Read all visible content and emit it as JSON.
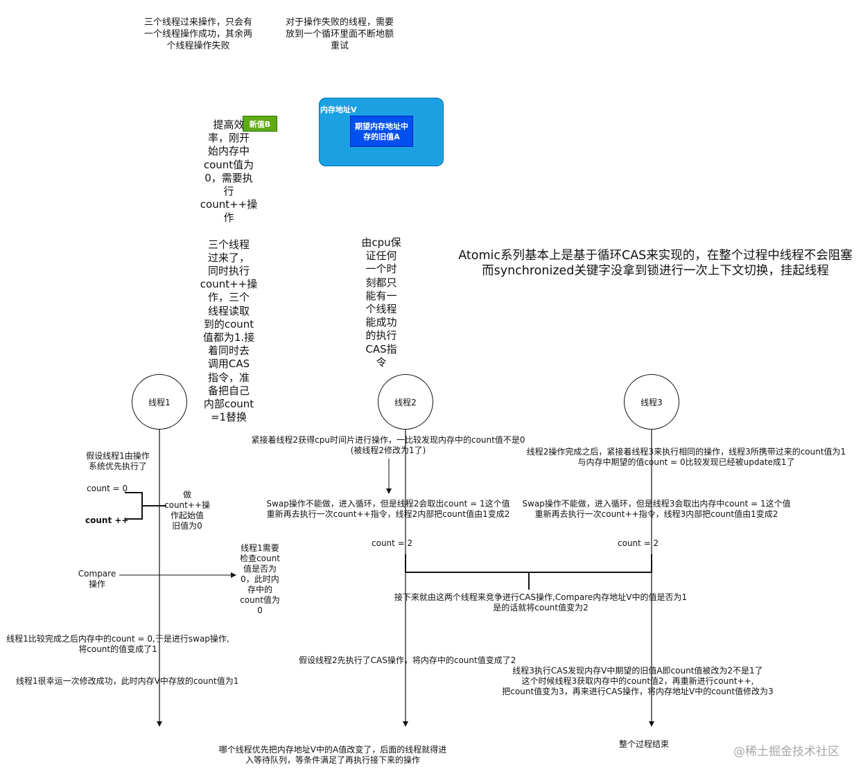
{
  "notes": {
    "top_left": [
      "三个线程过来操作，只会有",
      "一个线程操作成功，其余两",
      "个线程操作失败"
    ],
    "top_right": [
      "对于操作失败的线程，需要",
      "放到一个循环里面不断地额",
      "重试"
    ],
    "efficiency": [
      "提高效",
      "率，刚开",
      "始内存中",
      "count值为",
      "0，需要执",
      "行",
      "count++操",
      "作",
      "",
      "三个线程",
      "过来了，",
      "同时执行",
      "count++操",
      "作，三个",
      "线程读取",
      "到的count",
      "值都为1.接",
      "着同时去",
      "调用CAS",
      "指令，准",
      "备把自己",
      "内部count",
      "=1替换"
    ],
    "cpu": [
      "由cpu保",
      "证任何",
      "一个时",
      "刻都只",
      "能有一",
      "个线程",
      "能成功",
      "的执行",
      "CAS指",
      "令"
    ],
    "atomic": [
      "Atomic系列基本上是基于循环CAS来实现的，在整个过程中线程不会阻塞",
      "而synchronized关键字没拿到锁进行一次上下文切换，挂起线程"
    ]
  },
  "memory": {
    "title": "内存地址V",
    "expected": [
      "期望内存地址中",
      "存的旧值A"
    ],
    "new_value": "新值B"
  },
  "threads": [
    "线程1",
    "线程2",
    "线程3"
  ],
  "thread1": {
    "assume": [
      "假设线程1由操作",
      "系统优先执行了"
    ],
    "count0": "count = 0",
    "countpp": "count  ++",
    "do_note": [
      "做",
      "count++操",
      "作起始值",
      "旧值为0"
    ],
    "compare": [
      "Compare",
      "操作"
    ],
    "check": [
      "线程1需要",
      "检查count",
      "值是否为",
      "0，此时内",
      "存中的",
      "count值为",
      "0"
    ],
    "swap": [
      "线程1比较完成之后内存中的count = 0,于是进行swap操作,",
      "将count的值变成了1"
    ],
    "lucky": "线程1很幸运一次修改成功，此时内存V中存放的count值为1"
  },
  "thread2": {
    "compare": [
      "紧接着线程2获得cpu时间片进行操作，一比较发现内存中的count值不是0",
      "(被线程2修改为1了)"
    ],
    "swap_fail": [
      "Swap操作不能做，进入循环，但是线程2会取出count = 1这个值",
      "重新再去执行一次count++指令，线程2内部把count值由1变成2"
    ],
    "count2": "count = 2",
    "cas_first": "假设线程2先执行了CAS操作，将内存中的count值变成了2"
  },
  "thread3": {
    "after": [
      "线程2操作完成之后，紧接着线程3来执行相同的操作，线程3所携带过来的count值为1",
      "与内存中期望的值count = 0比较发现已经被update成1了"
    ],
    "swap_fail": [
      "Swap操作不能做，进入循环，但是线程3会取出内存中count = 1这个值",
      "重新再去执行一次count++指令，线程3内部把count值由1变成2"
    ],
    "count2": "count = 2",
    "retry": [
      "线程3执行CAS发现内存V中期望的旧值A即count值被改为2不是1了",
      "这个时候线程3获取内存中的count值2，再重新进行count++,",
      "把count值变为3，再来进行CAS操作，将内存地址V中的count值修改为3"
    ]
  },
  "compete": [
    "接下来就由这两个线程来竞争进行CAS操作,Compare内存地址V中的值是否为1",
    "是的话就将count值变为2"
  ],
  "queue": [
    "哪个线程优先把内存地址V中的A值改变了，后面的线程就得进",
    "入等待队列，等条件满足了再执行接下来的操作"
  ],
  "end": "整个过程结束",
  "watermark": "@稀土掘金技术社区"
}
